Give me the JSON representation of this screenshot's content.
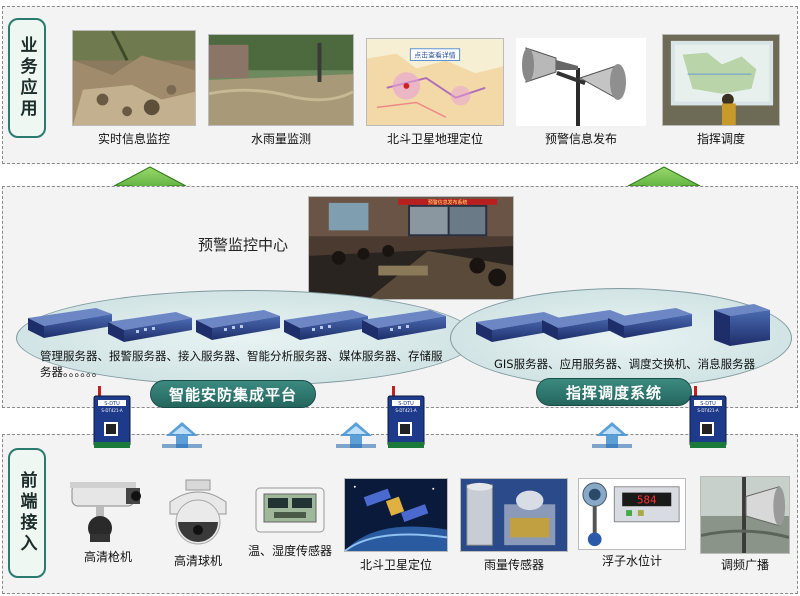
{
  "tiers": {
    "top_label": "业务应用",
    "bottom_label": "前端接入"
  },
  "applications": [
    {
      "label": "实时信息监控",
      "icon": "landslide-photo"
    },
    {
      "label": "水雨量监测",
      "icon": "flood-river-photo"
    },
    {
      "label": "北斗卫星地理定位",
      "icon": "map-photo"
    },
    {
      "label": "预警信息发布",
      "icon": "loudspeaker-photo"
    },
    {
      "label": "指挥调度",
      "icon": "presentation-photo"
    }
  ],
  "monitoring_center": {
    "title": "预警监控中心",
    "banner_text": "预警信息发布系统",
    "screen_text": "点击查看详情"
  },
  "left_platform": {
    "servers_text": "管理服务器、报警服务器、接入服务器、智能分析服务器、媒体服务器、存储服务器。。。。。。",
    "label": "智能安防集成平台"
  },
  "right_platform": {
    "servers_text": "GIS服务器、应用服务器、调度交换机、消息服务器",
    "label": "指挥调度系统"
  },
  "gateway": {
    "brand": "S-DTU",
    "model": "S-DT421-A"
  },
  "devices": [
    {
      "label": "高清枪机"
    },
    {
      "label": "高清球机"
    },
    {
      "label": "温、湿度传感器"
    },
    {
      "label": "北斗卫星定位"
    },
    {
      "label": "雨量传感器"
    },
    {
      "label": "浮子水位计"
    },
    {
      "label": "调频广播"
    }
  ],
  "water_level_display": "584",
  "colors": {
    "tier_border": "#8a8a8a",
    "label_border": "#2c7a6e",
    "pill_fill": "#2f7a71",
    "arrow_green": "#5fbf3a",
    "arrow_blue": "#3f8fd0"
  }
}
